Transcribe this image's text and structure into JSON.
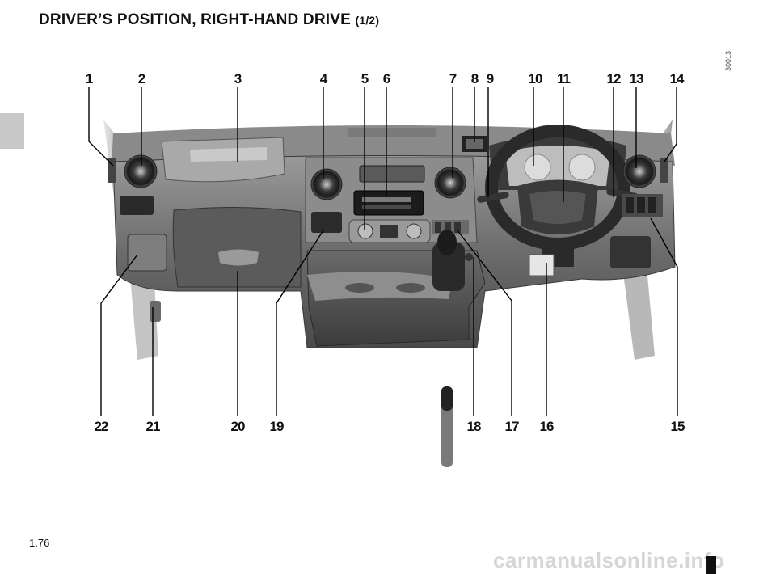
{
  "page": {
    "title_main": "DRIVER’S POSITION, RIGHT-HAND DRIVE",
    "title_sub": "(1/2)",
    "figure_code": "30013",
    "page_number": "1.76",
    "watermark": "carmanualsonline.info"
  },
  "callouts_top": [
    "1",
    "2",
    "3",
    "4",
    "5",
    "6",
    "7",
    "8",
    "9",
    "10",
    "11",
    "12",
    "13",
    "14"
  ],
  "callouts_bottom": [
    "22",
    "21",
    "20",
    "19",
    "18",
    "17",
    "16",
    "15"
  ]
}
